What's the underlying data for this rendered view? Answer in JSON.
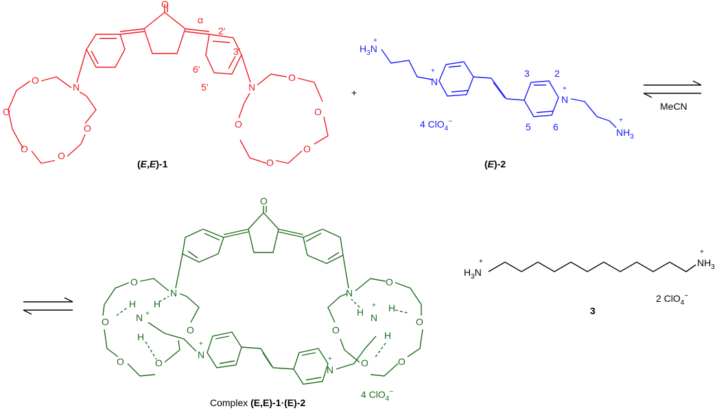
{
  "compound1": {
    "label_pre": "(",
    "label_E1": "E",
    "label_comma": ",",
    "label_E2": "E",
    "label_post": ")-1",
    "atoms": {
      "O": "O",
      "N": "N"
    },
    "alpha": "α",
    "pos_2p": "2'",
    "pos_3p": "3'",
    "pos_5p": "5'",
    "pos_6p": "6'"
  },
  "plus_sign": "+",
  "compound2": {
    "label_pre": "(",
    "label_E": "E",
    "label_post": ")-2",
    "h3n": "H",
    "h3n_sub": "3",
    "n": "N",
    "nh3": "NH",
    "nh3_sub": "3",
    "charge": "+",
    "counterion": "4 ClO",
    "counterion_sub": "4",
    "counterion_sup": "−",
    "pos_2": "2",
    "pos_3": "3",
    "pos_5": "5",
    "pos_6": "6"
  },
  "solvent": "MeCN",
  "complex": {
    "label_prefix": "Complex ",
    "label_bold": "(E,E)-1·(E)-2",
    "counterion": "4 ClO",
    "counterion_sub": "4",
    "counterion_sup": "−",
    "atom_H": "H",
    "atom_N": "N",
    "atom_O": "O"
  },
  "compound3": {
    "label": "3",
    "h3n": "H",
    "h3n_sub": "3",
    "n": "N",
    "nh3": "NH",
    "nh3_sub": "3",
    "charge": "+",
    "counterion": "2 ClO",
    "counterion_sub": "4",
    "counterion_sup": "−"
  },
  "colors": {
    "compound1": "#ee1c24",
    "compound2": "#1a1aff",
    "complex": "#1f6b1f",
    "compound3": "#000000"
  }
}
